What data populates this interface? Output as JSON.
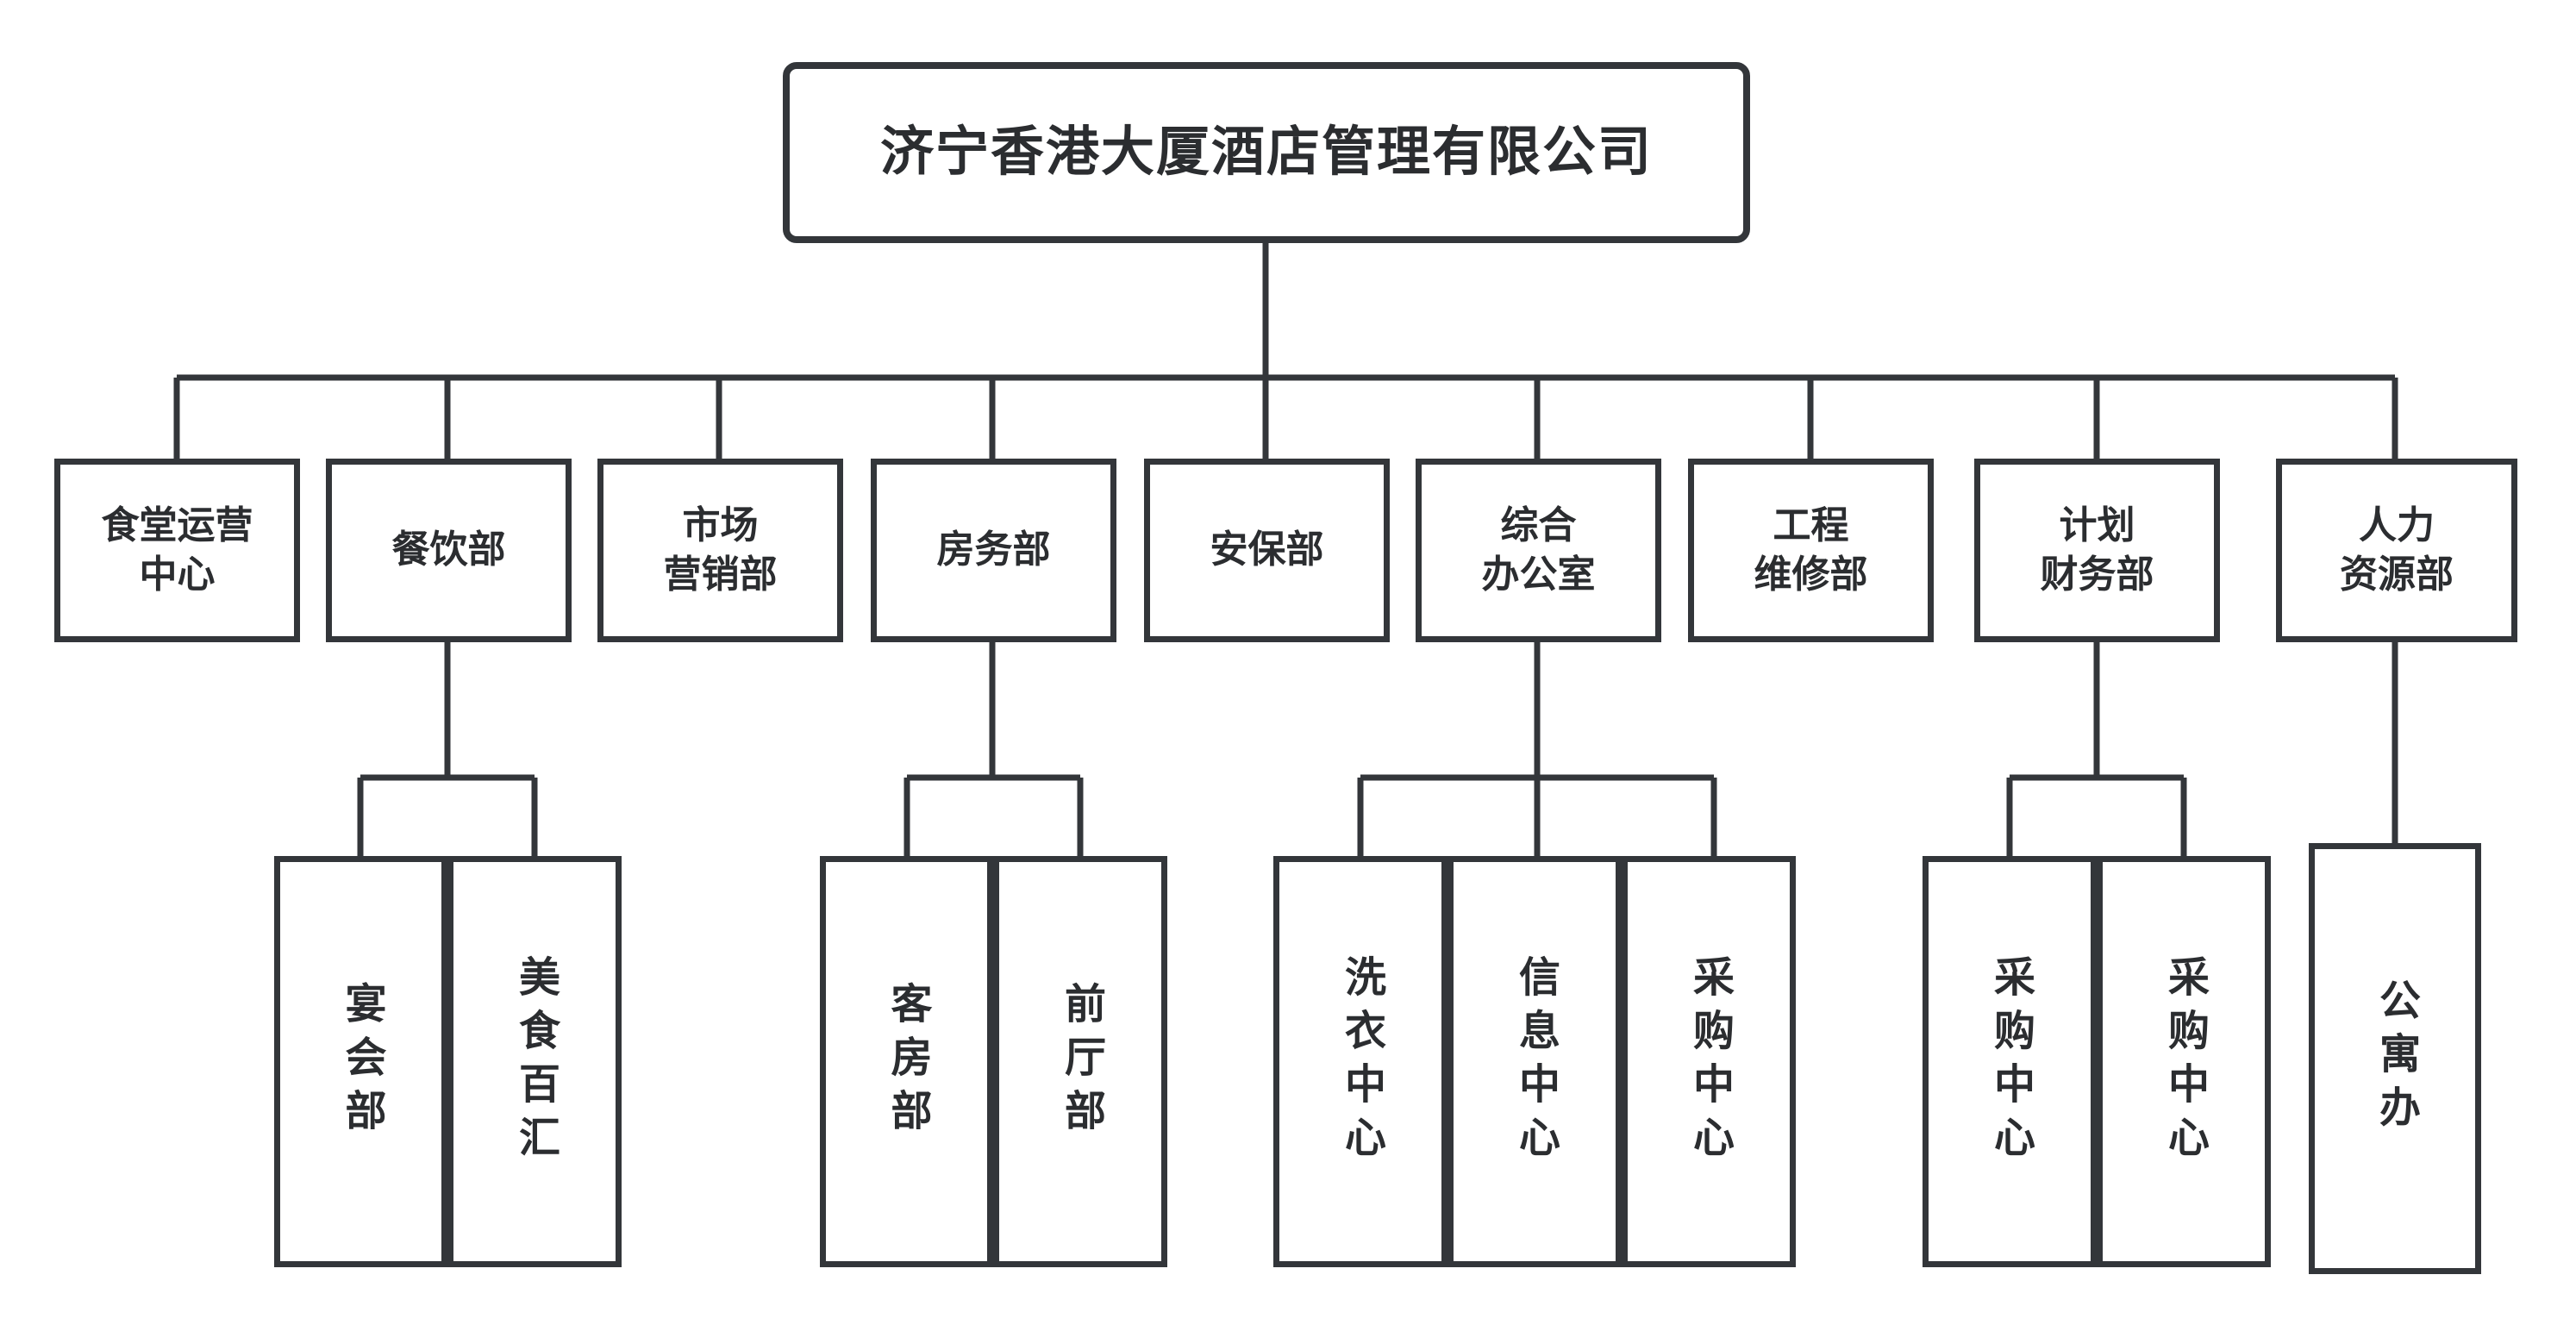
{
  "chart_data": {
    "type": "diagram",
    "diagram_kind": "organization-chart",
    "title": "济宁香港大厦酒店管理有限公司",
    "orientation": "top-down",
    "levels": 3,
    "colors": {
      "background": "#ffffff",
      "border": "#33363a",
      "text": "#2b2d30"
    },
    "nodes": [
      {
        "id": "root",
        "label": "济宁香港大厦酒店管理有限公司",
        "level": 0,
        "parent": null,
        "text_orientation": "horizontal"
      },
      {
        "id": "d1",
        "label": "食堂运营\n中心",
        "level": 1,
        "parent": "root",
        "text_orientation": "horizontal"
      },
      {
        "id": "d2",
        "label": "餐饮部",
        "level": 1,
        "parent": "root",
        "text_orientation": "horizontal"
      },
      {
        "id": "d3",
        "label": "市场\n营销部",
        "level": 1,
        "parent": "root",
        "text_orientation": "horizontal"
      },
      {
        "id": "d4",
        "label": "房务部",
        "level": 1,
        "parent": "root",
        "text_orientation": "horizontal"
      },
      {
        "id": "d5",
        "label": "安保部",
        "level": 1,
        "parent": "root",
        "text_orientation": "horizontal"
      },
      {
        "id": "d6",
        "label": "综合\n办公室",
        "level": 1,
        "parent": "root",
        "text_orientation": "horizontal"
      },
      {
        "id": "d7",
        "label": "工程\n维修部",
        "level": 1,
        "parent": "root",
        "text_orientation": "horizontal"
      },
      {
        "id": "d8",
        "label": "计划\n财务部",
        "level": 1,
        "parent": "root",
        "text_orientation": "horizontal"
      },
      {
        "id": "d9",
        "label": "人力\n资源部",
        "level": 1,
        "parent": "root",
        "text_orientation": "horizontal"
      },
      {
        "id": "u1",
        "label": "宴会部",
        "level": 2,
        "parent": "d2",
        "text_orientation": "vertical"
      },
      {
        "id": "u2",
        "label": "美食百汇",
        "level": 2,
        "parent": "d2",
        "text_orientation": "vertical"
      },
      {
        "id": "u3",
        "label": "客房部",
        "level": 2,
        "parent": "d4",
        "text_orientation": "vertical"
      },
      {
        "id": "u4",
        "label": "前厅部",
        "level": 2,
        "parent": "d4",
        "text_orientation": "vertical"
      },
      {
        "id": "u5",
        "label": "洗衣中心",
        "level": 2,
        "parent": "d6",
        "text_orientation": "vertical"
      },
      {
        "id": "u6",
        "label": "信息中心",
        "level": 2,
        "parent": "d6",
        "text_orientation": "vertical"
      },
      {
        "id": "u7",
        "label": "采购中心",
        "level": 2,
        "parent": "d6",
        "text_orientation": "vertical"
      },
      {
        "id": "u8",
        "label": "采购中心",
        "level": 2,
        "parent": "d8",
        "text_orientation": "vertical"
      },
      {
        "id": "u9",
        "label": "采购中心",
        "level": 2,
        "parent": "d8",
        "text_orientation": "vertical"
      },
      {
        "id": "u10",
        "label": "公寓办",
        "level": 2,
        "parent": "d9",
        "text_orientation": "vertical"
      }
    ],
    "edges": [
      {
        "from": "root",
        "to": "d1"
      },
      {
        "from": "root",
        "to": "d2"
      },
      {
        "from": "root",
        "to": "d3"
      },
      {
        "from": "root",
        "to": "d4"
      },
      {
        "from": "root",
        "to": "d5"
      },
      {
        "from": "root",
        "to": "d6"
      },
      {
        "from": "root",
        "to": "d7"
      },
      {
        "from": "root",
        "to": "d8"
      },
      {
        "from": "root",
        "to": "d9"
      },
      {
        "from": "d2",
        "to": "u1"
      },
      {
        "from": "d2",
        "to": "u2"
      },
      {
        "from": "d4",
        "to": "u3"
      },
      {
        "from": "d4",
        "to": "u4"
      },
      {
        "from": "d6",
        "to": "u5"
      },
      {
        "from": "d6",
        "to": "u6"
      },
      {
        "from": "d6",
        "to": "u7"
      },
      {
        "from": "d8",
        "to": "u8"
      },
      {
        "from": "d8",
        "to": "u9"
      },
      {
        "from": "d9",
        "to": "u10"
      }
    ]
  },
  "root": {
    "label": "济宁香港大厦酒店管理有限公司"
  },
  "departments": [
    {
      "label": "食堂运营\n中心"
    },
    {
      "label": "餐饮部"
    },
    {
      "label": "市场\n营销部"
    },
    {
      "label": "房务部"
    },
    {
      "label": "安保部"
    },
    {
      "label": "综合\n办公室"
    },
    {
      "label": "工程\n维修部"
    },
    {
      "label": "计划\n财务部"
    },
    {
      "label": "人力\n资源部"
    }
  ],
  "units": [
    {
      "label": "宴会部"
    },
    {
      "label": "美食百汇"
    },
    {
      "label": "客房部"
    },
    {
      "label": "前厅部"
    },
    {
      "label": "洗衣中心"
    },
    {
      "label": "信息中心"
    },
    {
      "label": "采购中心"
    },
    {
      "label": "采购中心"
    },
    {
      "label": "采购中心"
    },
    {
      "label": "公寓办"
    }
  ]
}
